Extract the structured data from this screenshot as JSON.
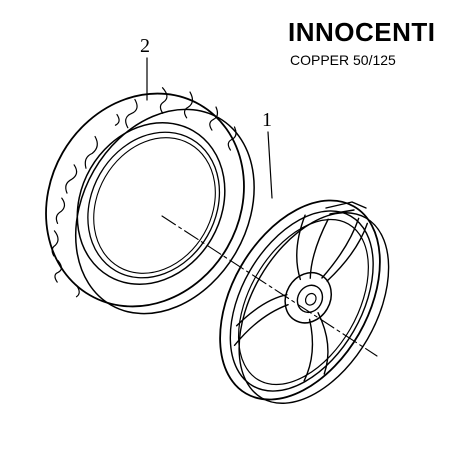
{
  "header": {
    "brand": "INNOCENTI",
    "model": "COPPER 50/125"
  },
  "diagram": {
    "callouts": [
      {
        "number": "2",
        "part": "tire"
      },
      {
        "number": "1",
        "part": "wheel-rim"
      }
    ]
  },
  "colors": {
    "ink": "#000000",
    "background": "#ffffff"
  }
}
